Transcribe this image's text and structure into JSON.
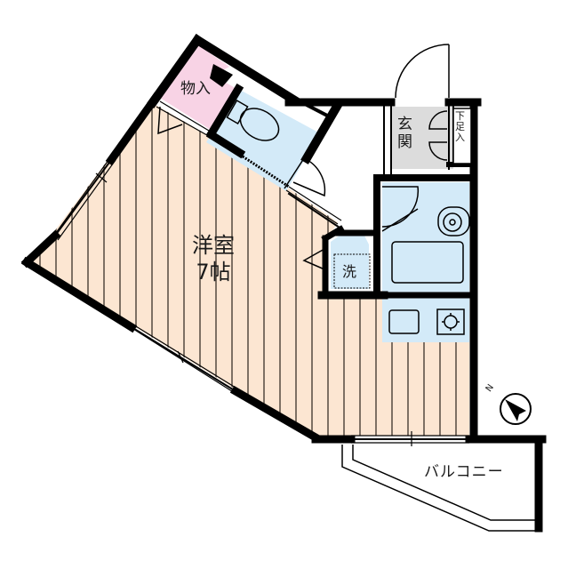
{
  "floor_plan": {
    "rooms": [
      {
        "id": "western-room",
        "name": "洋室",
        "size": "7帖"
      },
      {
        "id": "storage",
        "name": "物入"
      },
      {
        "id": "entrance",
        "name": "玄関"
      },
      {
        "id": "shoe-cabinet",
        "name": "下足入"
      },
      {
        "id": "washer-space",
        "name": "洗"
      },
      {
        "id": "balcony",
        "name": "バルコニー"
      }
    ],
    "compass": {
      "label": "N"
    },
    "colors": {
      "western_room": "#fce6d2",
      "storage": "#f8d3e5",
      "wet_area": "#d3eaf8",
      "entrance_floor": "#dcdcdc",
      "wall": "#000000"
    }
  }
}
